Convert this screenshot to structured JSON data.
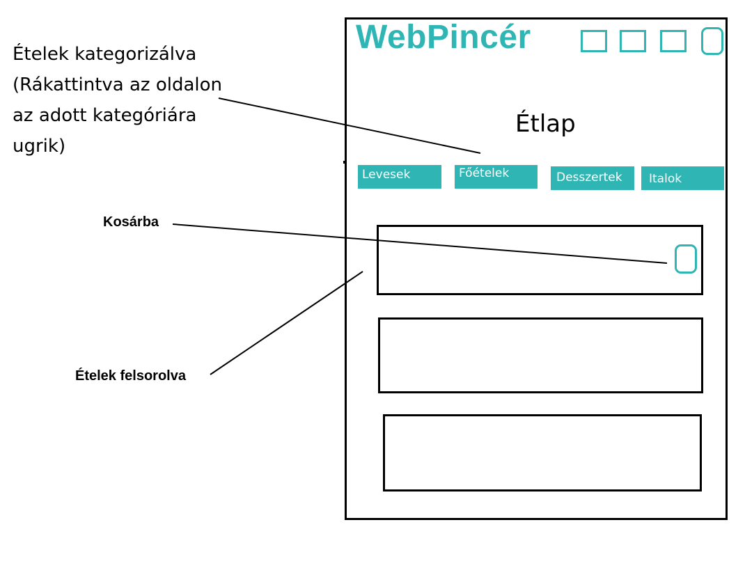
{
  "annotations": {
    "categories_note": "Ételek kategorizálva (Rákattintva az oldalon az adott kategóriára ugrik)",
    "cart_note": "Kosárba",
    "list_note": "Ételek felsorolva"
  },
  "wireframe": {
    "logo": "WebPincér",
    "page_title": "Étlap",
    "categories": [
      "Levesek",
      "Főételek",
      "Desszertek",
      "Italok"
    ],
    "item_count": 3
  },
  "colors": {
    "accent": "#2fb5b3",
    "outline": "#000000",
    "background": "#ffffff"
  },
  "icons": [
    "header-box-icon",
    "header-box-icon",
    "header-box-icon",
    "header-rounded-icon",
    "cart-icon"
  ]
}
